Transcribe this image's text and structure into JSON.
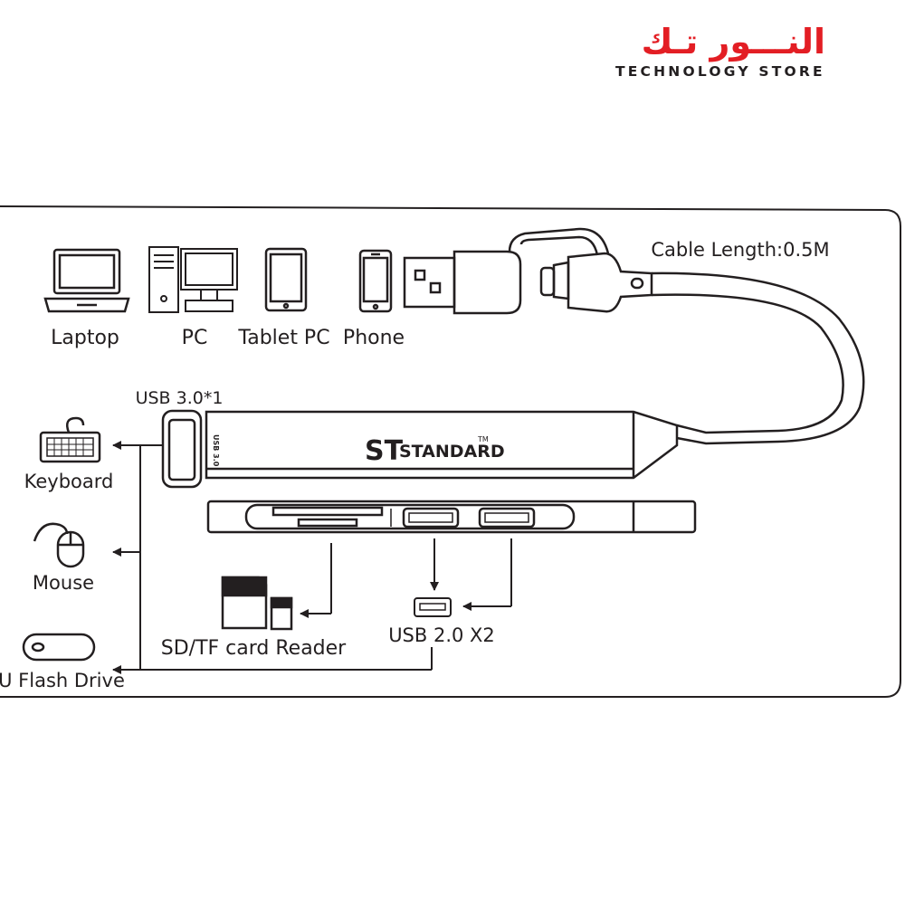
{
  "brand": {
    "arabic_name": "النـــور تـك",
    "tagline": "TECHNOLOGY STORE",
    "colors": {
      "primary": "#e31e24",
      "text": "#231f20"
    }
  },
  "devices": [
    {
      "icon": "laptop-icon",
      "label": "Laptop"
    },
    {
      "icon": "desktop-pc-icon",
      "label": "PC"
    },
    {
      "icon": "tablet-icon",
      "label": "Tablet PC"
    },
    {
      "icon": "phone-icon",
      "label": "Phone"
    }
  ],
  "cable": {
    "label": "Cable Length:0.5M"
  },
  "hub": {
    "brand_mark": "ST",
    "brand_name": "STANDARD",
    "trademark": "TM",
    "side_port_label": "USB 3.0"
  },
  "usb3_port": {
    "label": "USB 3.0*1"
  },
  "peripherals": [
    {
      "icon": "keyboard-icon",
      "label": "Keyboard"
    },
    {
      "icon": "mouse-icon",
      "label": "Mouse"
    },
    {
      "icon": "usb-flash-drive-icon",
      "label": "U Flash Drive"
    }
  ],
  "card_reader": {
    "icon": "sd-card-icon",
    "label": "SD/TF card Reader"
  },
  "usb2_ports": {
    "icon": "usb-port-icon",
    "label": "USB 2.0 X2"
  }
}
